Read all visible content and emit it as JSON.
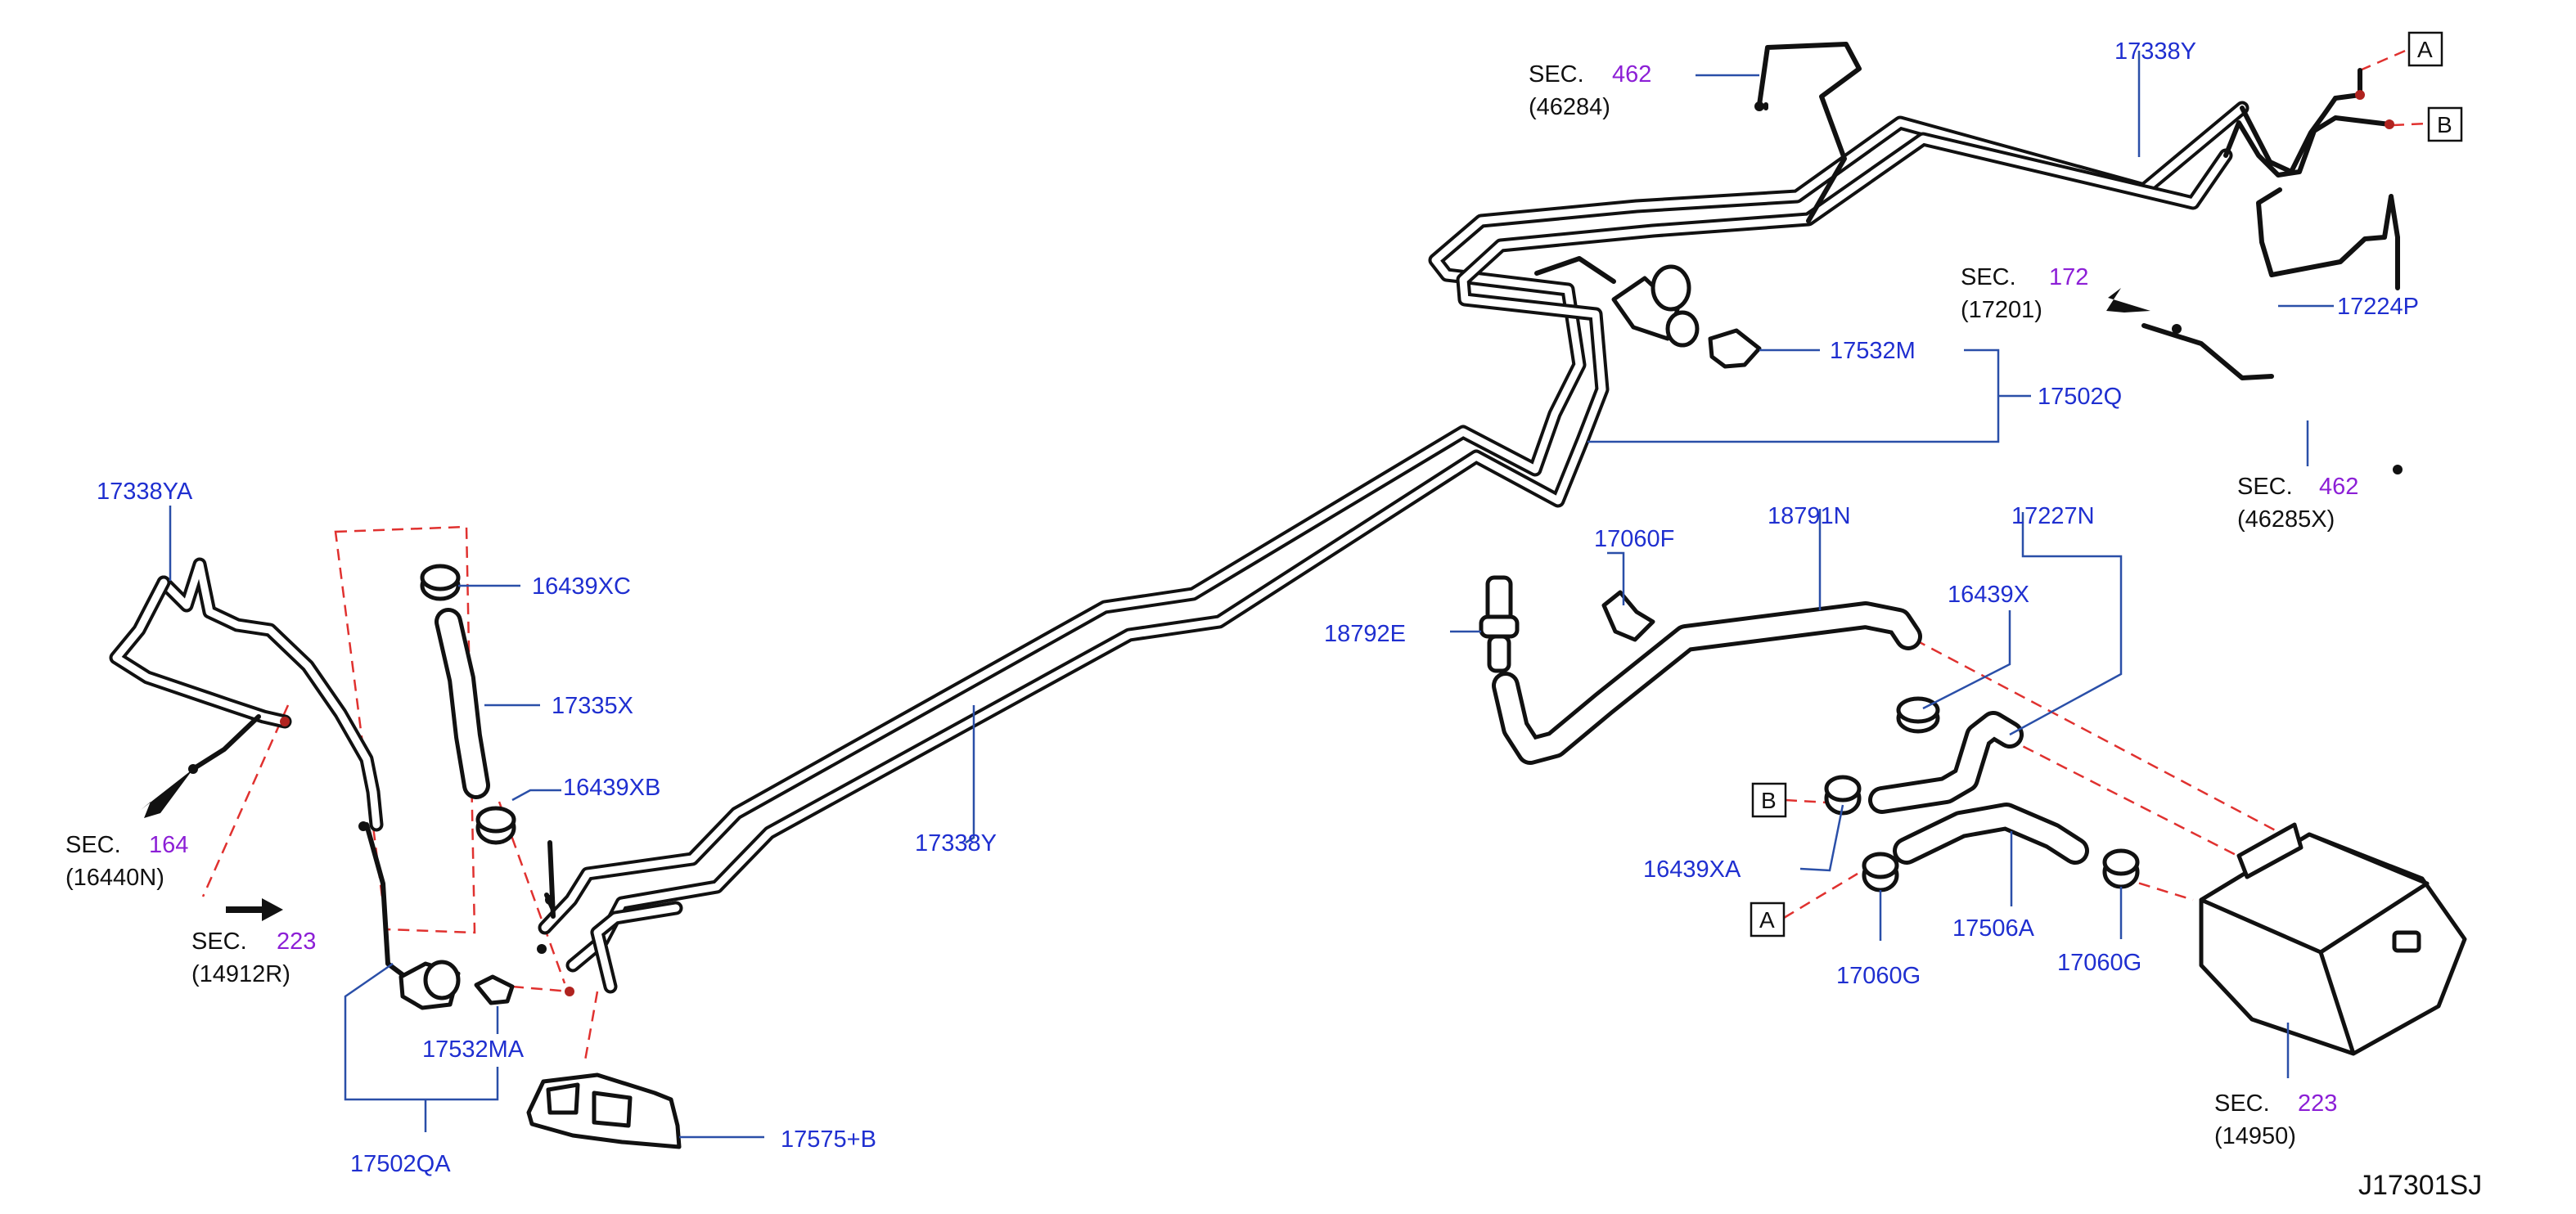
{
  "diagram_code": "J17301SJ",
  "part_labels": {
    "p17338Y_top": "17338Y",
    "p17224P": "17224P",
    "p17532M": "17532M",
    "p17502Q": "17502Q",
    "p17338YA": "17338YA",
    "p16439XC": "16439XC",
    "p17335X": "17335X",
    "p16439XB": "16439XB",
    "p17338Y_mid": "17338Y",
    "p17060F": "17060F",
    "p18791N": "18791N",
    "p17227N": "17227N",
    "p16439X": "16439X",
    "p18792E": "18792E",
    "p16439XA": "16439XA",
    "p17506A": "17506A",
    "p17060G_left": "17060G",
    "p17060G_right": "17060G",
    "p17532MA": "17532MA",
    "p17502QA": "17502QA",
    "p17575B": "17575+B"
  },
  "section_refs": [
    {
      "prefix": "SEC.",
      "number": "462",
      "ref": "(46284)"
    },
    {
      "prefix": "SEC.",
      "number": "172",
      "ref": "(17201)"
    },
    {
      "prefix": "SEC.",
      "number": "462",
      "ref": "(46285X)"
    },
    {
      "prefix": "SEC.",
      "number": "164",
      "ref": "(16440N)"
    },
    {
      "prefix": "SEC.",
      "number": "223",
      "ref": "(14912R)"
    },
    {
      "prefix": "SEC.",
      "number": "223",
      "ref": "(14950)"
    }
  ],
  "connector_markers": {
    "top_a": "A",
    "top_b": "B",
    "bottom_b": "B",
    "bottom_a": "A"
  }
}
